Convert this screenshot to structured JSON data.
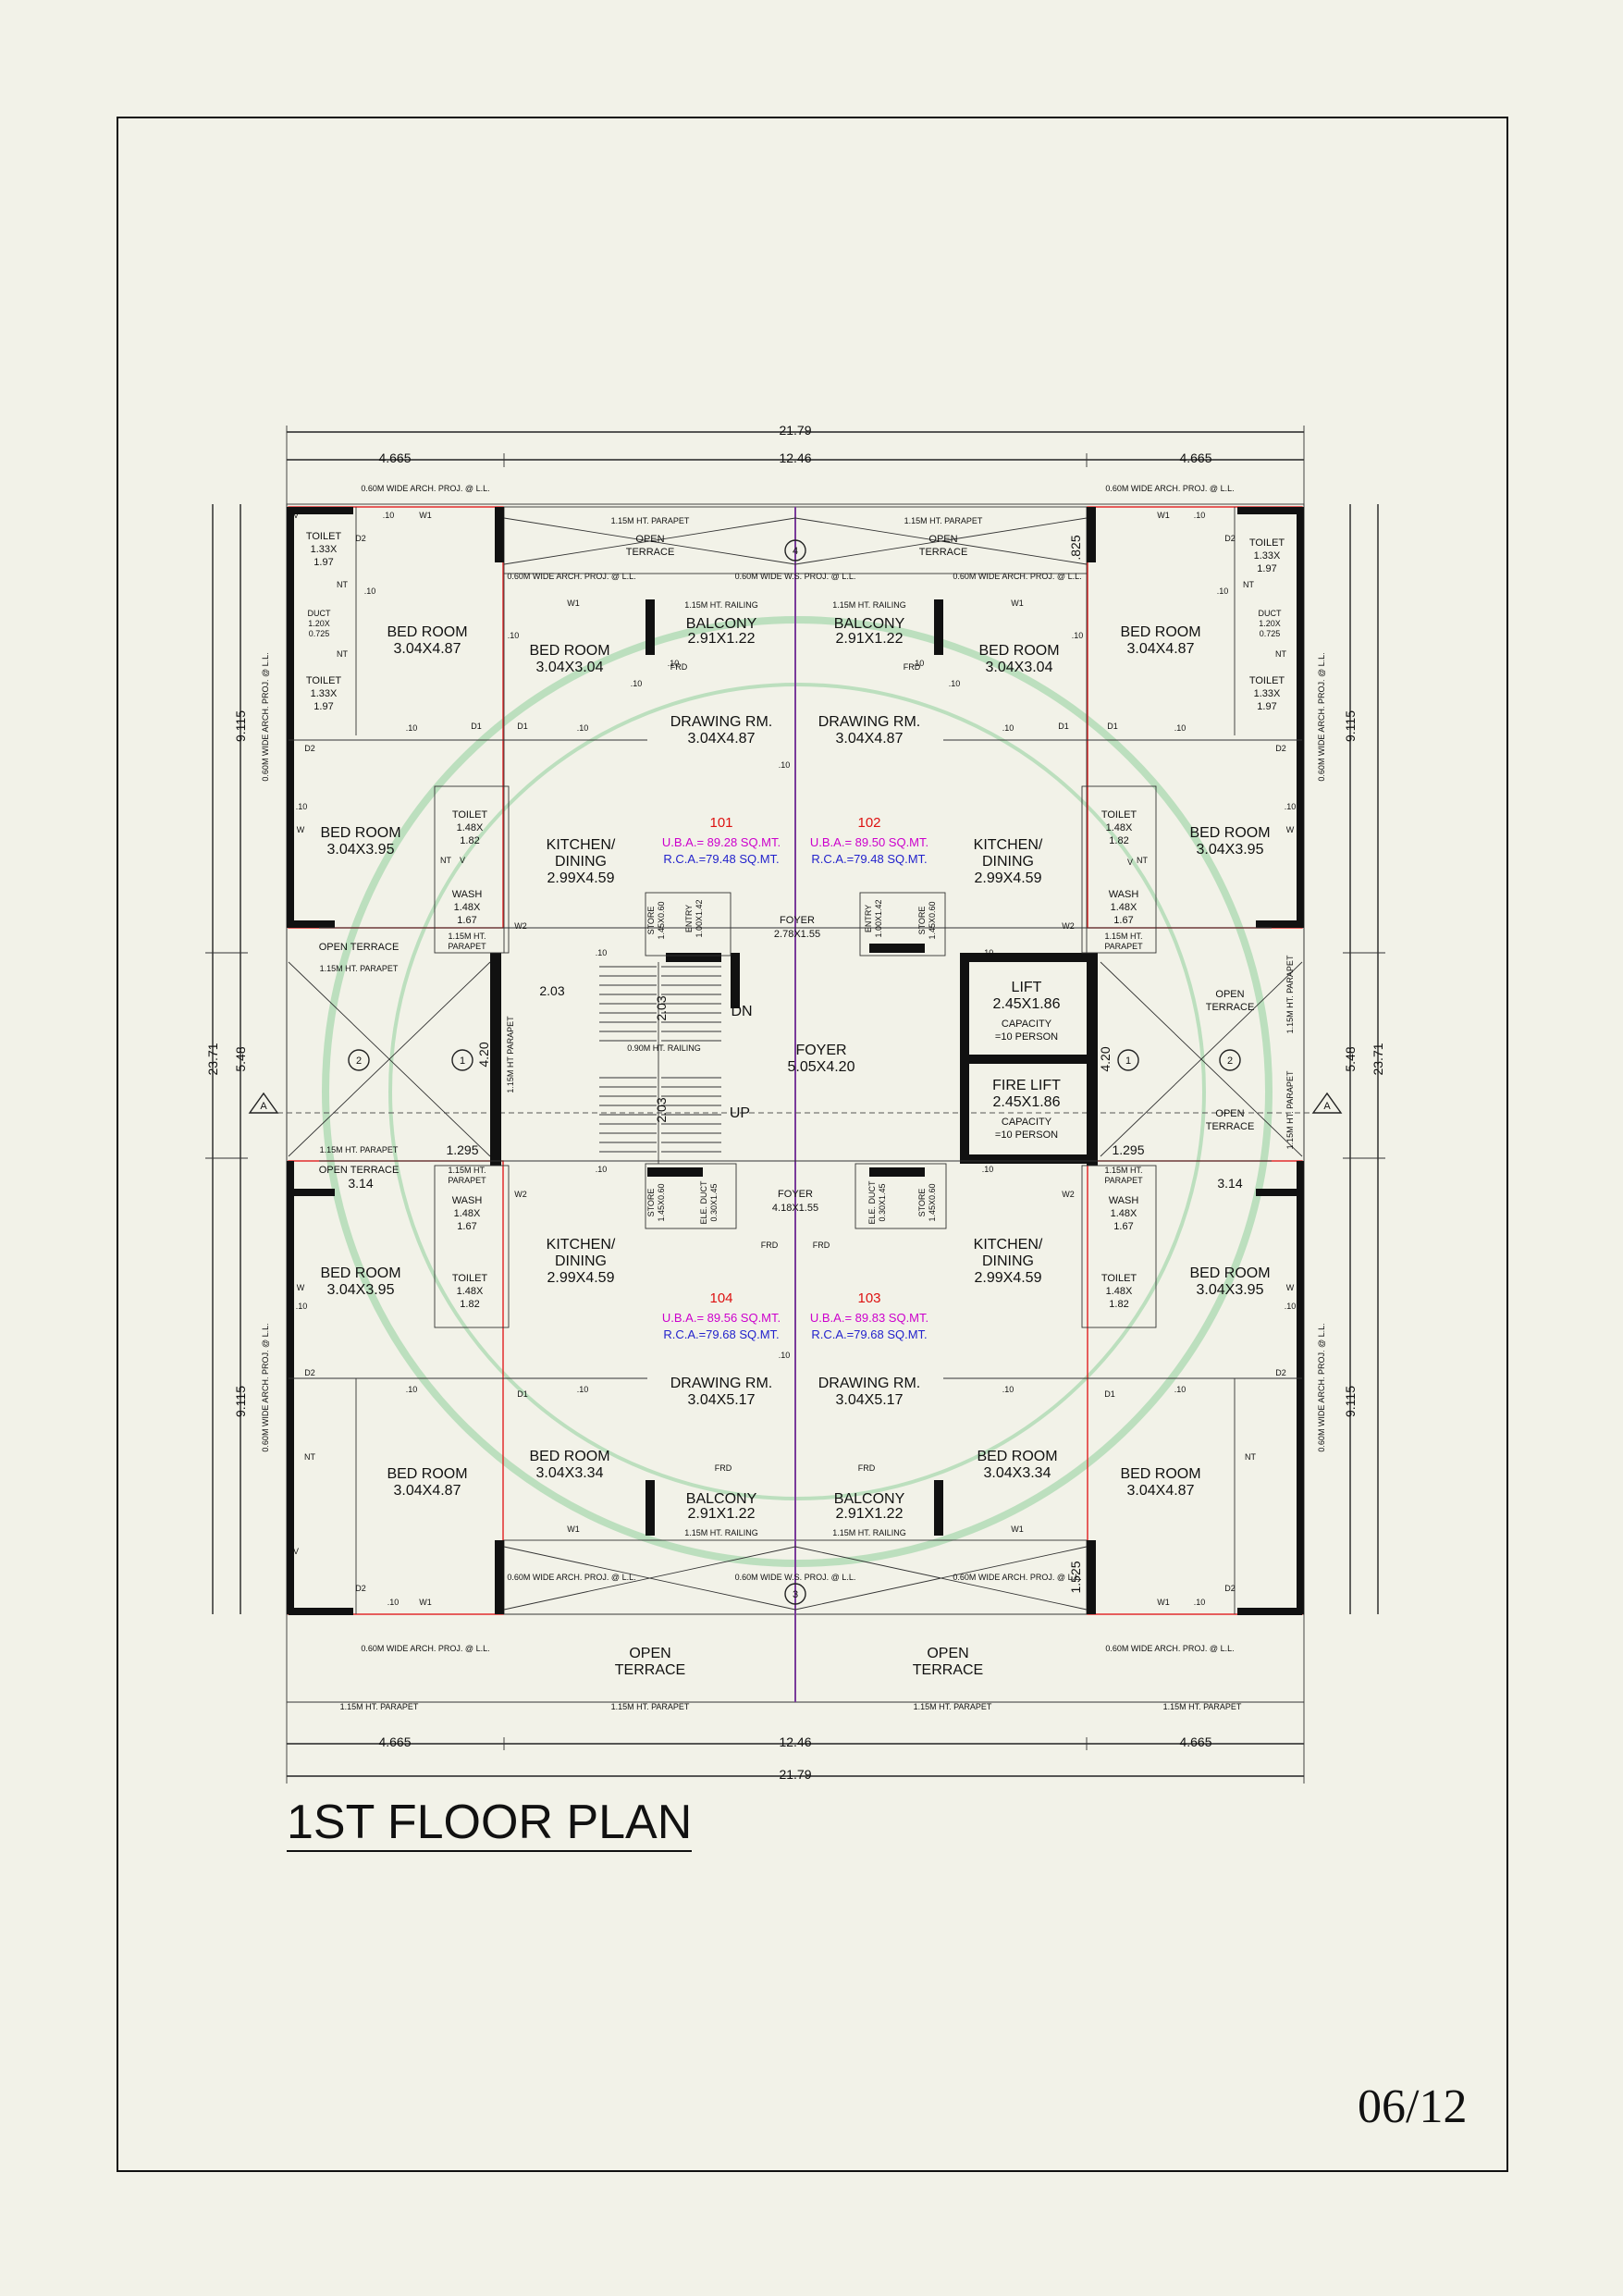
{
  "drawing": {
    "title": "1ST FLOOR PLAN",
    "page_number": "06/12"
  },
  "dimensions": {
    "overall_width": "21.79",
    "center_width": "12.46",
    "side_width": "4.665",
    "overall_depth": "23.71",
    "wing_depth": "9.115",
    "core_depth": "5.48",
    "stair_width": "2.03",
    "stair_run_1": "2.03",
    "stair_run_2": "2.03",
    "stair_depth": "4.20",
    "lift_depth": "4.20",
    "top_terrace_offset": ".825",
    "bottom_terrace_offset": "1.525",
    "terrace_offset_left": "1.295",
    "terrace_offset_right": "1.295",
    "terrace_width_left": "3.14",
    "terrace_width_right": "3.14"
  },
  "units": [
    {
      "number": "101",
      "uba": "U.B.A.= 89.28 SQ.MT.",
      "rca": "R.C.A.=79.48 SQ.MT."
    },
    {
      "number": "102",
      "uba": "U.B.A.= 89.50 SQ.MT.",
      "rca": "R.C.A.=79.48 SQ.MT."
    },
    {
      "number": "104",
      "uba": "U.B.A.= 89.56 SQ.MT.",
      "rca": "R.C.A.=79.68 SQ.MT."
    },
    {
      "number": "103",
      "uba": "U.B.A.= 89.83 SQ.MT.",
      "rca": "R.C.A.=79.68 SQ.MT."
    }
  ],
  "rooms": {
    "bed_room": "BED ROOM",
    "bed_big": "3.04X4.87",
    "bed_top_mid": "3.04X3.04",
    "bed_side": "3.04X3.95",
    "bed_bot_mid": "3.04X3.34",
    "toilet": "TOILET",
    "toilet_size_a1": "1.33X",
    "toilet_size_a2": "1.97",
    "toilet_size_b1": "1.48X",
    "toilet_size_b2": "1.82",
    "duct": "DUCT",
    "duct_size_1": "1.20X",
    "duct_size_2": "0.725",
    "kitchen_1": "KITCHEN/",
    "kitchen_2": "DINING",
    "kitchen_size": "2.99X4.59",
    "wash": "WASH",
    "wash_size_1": "1.48X",
    "wash_size_2": "1.67",
    "drawing": "DRAWING RM.",
    "drawing_top": "3.04X4.87",
    "drawing_bot": "3.04X5.17",
    "balcony": "BALCONY",
    "balcony_size": "2.91X1.22",
    "foyer": "FOYER",
    "foyer_top": "2.78X1.55",
    "foyer_center": "5.05X4.20",
    "foyer_bottom": "4.18X1.55",
    "lift": "LIFT",
    "fire_lift": "FIRE LIFT",
    "lift_size": "2.45X1.86",
    "capacity": "CAPACITY",
    "persons": "=10 PERSON",
    "store": "STORE",
    "store_size": "1.45X0.60",
    "entry": "ENTRY",
    "entry_size": "1.00X1.42",
    "ele_duct": "ELE. DUCT",
    "ele_duct_size": "0.30X1.45",
    "open_terrace": "OPEN TERRACE",
    "open": "OPEN",
    "terrace": "TERRACE",
    "dn": "DN",
    "up": "UP"
  },
  "notes": {
    "parapet": "1.15M HT. PARAPET",
    "parapet_short_1": "1.15M HT.",
    "parapet_short_2": "PARAPET",
    "railing": "1.15M HT. RAILING",
    "stair_railing": "0.90M HT. RAILING",
    "stair_parapet": "1.15M HT PARAPET",
    "arch_proj": "0.60M WIDE ARCH. PROJ. @ L.L.",
    "ws_proj": "0.60M WIDE W.S. PROJ. @ L.L.",
    "side_proj": "0.60M WIDE ARCH. PROJ. @ L.L.",
    "wall_10": ".10",
    "frd": "FRD",
    "d1": "D1",
    "d2": "D2",
    "w": "W",
    "w1": "W1",
    "w2": "W2",
    "nt": "NT",
    "v": "V"
  },
  "grid_markers": {
    "a": "A",
    "one": "1",
    "two": "2",
    "three": "3",
    "four": "4"
  }
}
